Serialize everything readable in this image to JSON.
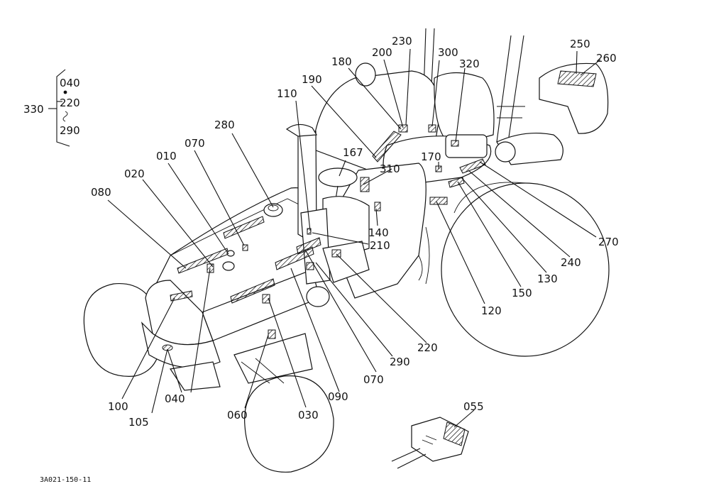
{
  "diagram": {
    "drawing_code": "3A021-150-11",
    "part_labels": [
      "010",
      "020",
      "030",
      "040",
      "055",
      "060",
      "070",
      "080",
      "090",
      "100",
      "105",
      "110",
      "120",
      "130",
      "140",
      "150",
      "167",
      "170",
      "180",
      "190",
      "200",
      "210",
      "220",
      "230",
      "240",
      "250",
      "260",
      "270",
      "280",
      "290",
      "300",
      "310",
      "320"
    ],
    "bracket_group": {
      "key": "330",
      "items": [
        "040",
        "220",
        "290"
      ]
    }
  }
}
